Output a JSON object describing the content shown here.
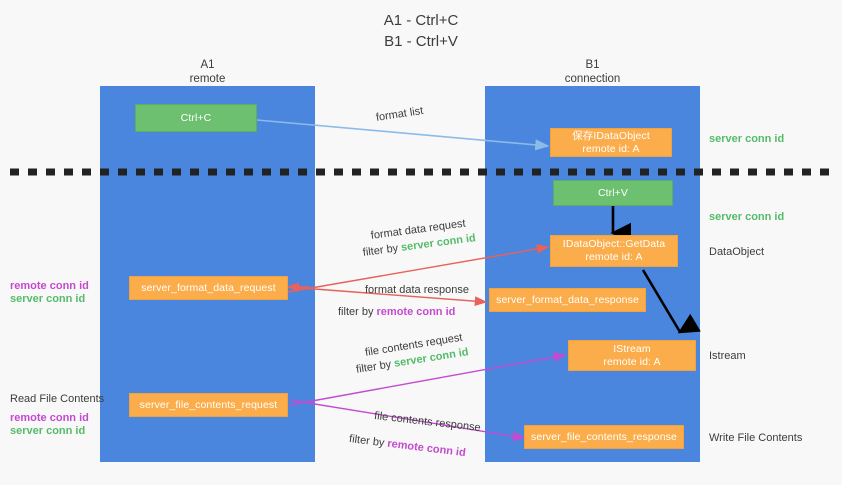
{
  "title": "A1 - Ctrl+C\nB1 - Ctrl+V",
  "columns": [
    {
      "name": "a1",
      "header": "A1\nremote"
    },
    {
      "name": "b1",
      "header": "B1\nconnection"
    }
  ],
  "boxes": [
    {
      "id": "ctrl-c",
      "text": "Ctrl+C",
      "color": "#6cc070"
    },
    {
      "id": "save-idataobject",
      "text": "保存IDataObject\nremote id: A",
      "color": "#fbad4b"
    },
    {
      "id": "ctrl-v",
      "text": "Ctrl+V",
      "color": "#6cc070"
    },
    {
      "id": "getdata",
      "text": "IDataObject::GetData\nremote id: A",
      "color": "#fbad4b"
    },
    {
      "id": "server-format-data-request",
      "text": "server_format_data_request",
      "color": "#fbad4b"
    },
    {
      "id": "server-format-data-response",
      "text": "server_format_data_response",
      "color": "#fbad4b"
    },
    {
      "id": "istream",
      "text": "IStream\nremote id: A",
      "color": "#fbad4b"
    },
    {
      "id": "server-file-contents-request",
      "text": "server_file_contents_request",
      "color": "#fbad4b"
    },
    {
      "id": "server-file-contents-response",
      "text": "server_file_contents_response",
      "color": "#fbad4b"
    }
  ],
  "right_labels": {
    "server_conn_id_top": "server conn id",
    "server_conn_id_mid": "server conn id",
    "dataobject": "DataObject",
    "istream": "Istream",
    "write_file_contents": "Write File Contents"
  },
  "left_labels": {
    "remote_conn_id_mid": "remote conn id",
    "server_conn_id_mid": "server conn id",
    "read_file_contents": "Read File Contents",
    "remote_conn_id_bottom": "remote conn id",
    "server_conn_id_bottom": "server conn id"
  },
  "edge_labels": {
    "format_list": "format list",
    "format_data_request": "format data request",
    "format_data_request_filter_prefix": "filter by ",
    "format_data_request_filter_value": "server conn id",
    "format_data_response": "format data response",
    "format_data_response_filter_prefix": "filter by ",
    "format_data_response_filter_value": "remote conn id",
    "file_contents_request": "file contents request",
    "file_contents_request_filter_prefix": "filter by ",
    "file_contents_request_filter_value": "server conn id",
    "file_contents_response": "file contents response",
    "file_contents_response_filter_prefix": "filter by ",
    "file_contents_response_filter_value": "remote conn id"
  },
  "colors": {
    "lane": "#4a86dd",
    "green_box": "#6cc070",
    "orange_box": "#fbad4b",
    "green_text": "#55bb6a",
    "purple_text": "#c44ad0",
    "light_blue_arrow": "#8bbbe8",
    "red_arrow": "#e8615a",
    "magenta_arrow": "#c44ad0",
    "black_arrow": "#000000",
    "background": "#f8f8f8"
  }
}
